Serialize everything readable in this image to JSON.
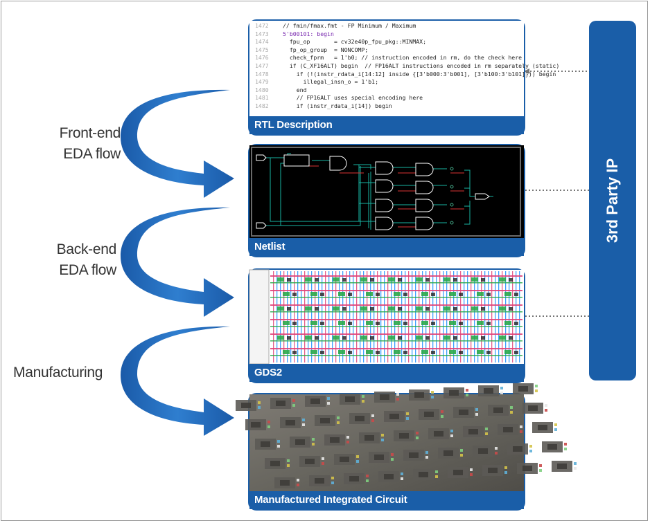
{
  "stage_labels": {
    "front_end": [
      "Front-end",
      "EDA flow"
    ],
    "back_end": [
      "Back-end",
      "EDA flow"
    ],
    "manufacturing": "Manufacturing"
  },
  "cards": {
    "rtl": "RTL Description",
    "netlist": "Netlist",
    "gds2": "GDS2",
    "ic": "Manufactured Integrated Circuit"
  },
  "ip_label": "3rd Party IP",
  "code_lines": [
    {
      "n": "1472",
      "t": "// fmin/fmax.fmt - FP Minimum / Maximum"
    },
    {
      "n": "1473",
      "t": "5'b00101: begin"
    },
    {
      "n": "1474",
      "t": "  fpu_op       = cv32e40p_fpu_pkg::MINMAX;"
    },
    {
      "n": "1475",
      "t": "  fp_op_group  = NONCOMP;"
    },
    {
      "n": "1476",
      "t": "  check_fprm   = 1'b0; // instruction encoded in rm, do the check here"
    },
    {
      "n": "1477",
      "t": "  if (C_XF16ALT) begin  // FP16ALT instructions encoded in rm separately (static)"
    },
    {
      "n": "1478",
      "t": "    if (!(instr_rdata_i[14:12] inside {[3'b000:3'b001], [3'b100:3'b101]})) begin"
    },
    {
      "n": "1479",
      "t": "      illegal_insn_o = 1'b1;"
    },
    {
      "n": "1480",
      "t": "    end"
    },
    {
      "n": "1481",
      "t": "    // FP16ALT uses special encoding here"
    },
    {
      "n": "1482",
      "t": "    if (instr_rdata_i[14]) begin"
    }
  ],
  "colors": {
    "accent": "#1a5ea8",
    "arrow": "#2266b4",
    "netlist_bg": "#000000",
    "netlist_gate": "#ffffff",
    "netlist_wire": "#19b3a2",
    "gds_metal1": "#1e90ff",
    "gds_metal2": "#e0447a",
    "gds_poly": "#2aa84a",
    "ic_bg": "#6b6a64"
  }
}
